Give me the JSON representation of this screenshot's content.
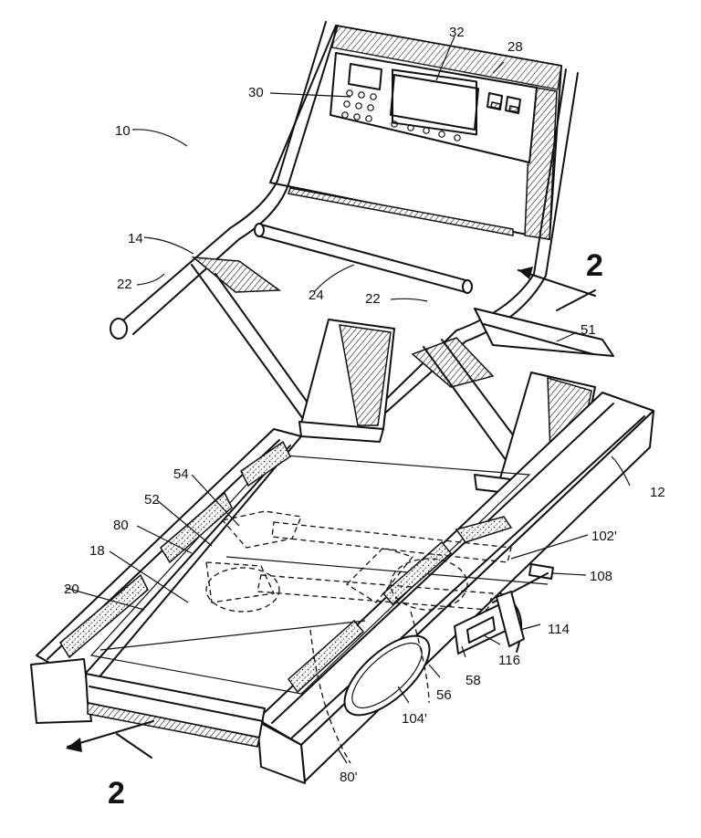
{
  "figure": {
    "section_marks": [
      {
        "id": "top",
        "label": "2"
      },
      {
        "id": "bottom",
        "label": "2"
      }
    ],
    "reference_numerals": [
      {
        "id": "r10",
        "label": "10"
      },
      {
        "id": "r14",
        "label": "14"
      },
      {
        "id": "r22a",
        "label": "22"
      },
      {
        "id": "r22b",
        "label": "22"
      },
      {
        "id": "r24",
        "label": "24"
      },
      {
        "id": "r28",
        "label": "28"
      },
      {
        "id": "r30",
        "label": "30"
      },
      {
        "id": "r32",
        "label": "32"
      },
      {
        "id": "r51",
        "label": "51"
      },
      {
        "id": "r12",
        "label": "12"
      },
      {
        "id": "r54",
        "label": "54"
      },
      {
        "id": "r52",
        "label": "52"
      },
      {
        "id": "r80",
        "label": "80"
      },
      {
        "id": "r18",
        "label": "18"
      },
      {
        "id": "r20",
        "label": "20"
      },
      {
        "id": "r102",
        "label": "102'"
      },
      {
        "id": "r108",
        "label": "108"
      },
      {
        "id": "r114",
        "label": "114"
      },
      {
        "id": "r116",
        "label": "116"
      },
      {
        "id": "r58",
        "label": "58"
      },
      {
        "id": "r56",
        "label": "56"
      },
      {
        "id": "r104",
        "label": "104'"
      },
      {
        "id": "r80b",
        "label": "80'"
      }
    ]
  }
}
